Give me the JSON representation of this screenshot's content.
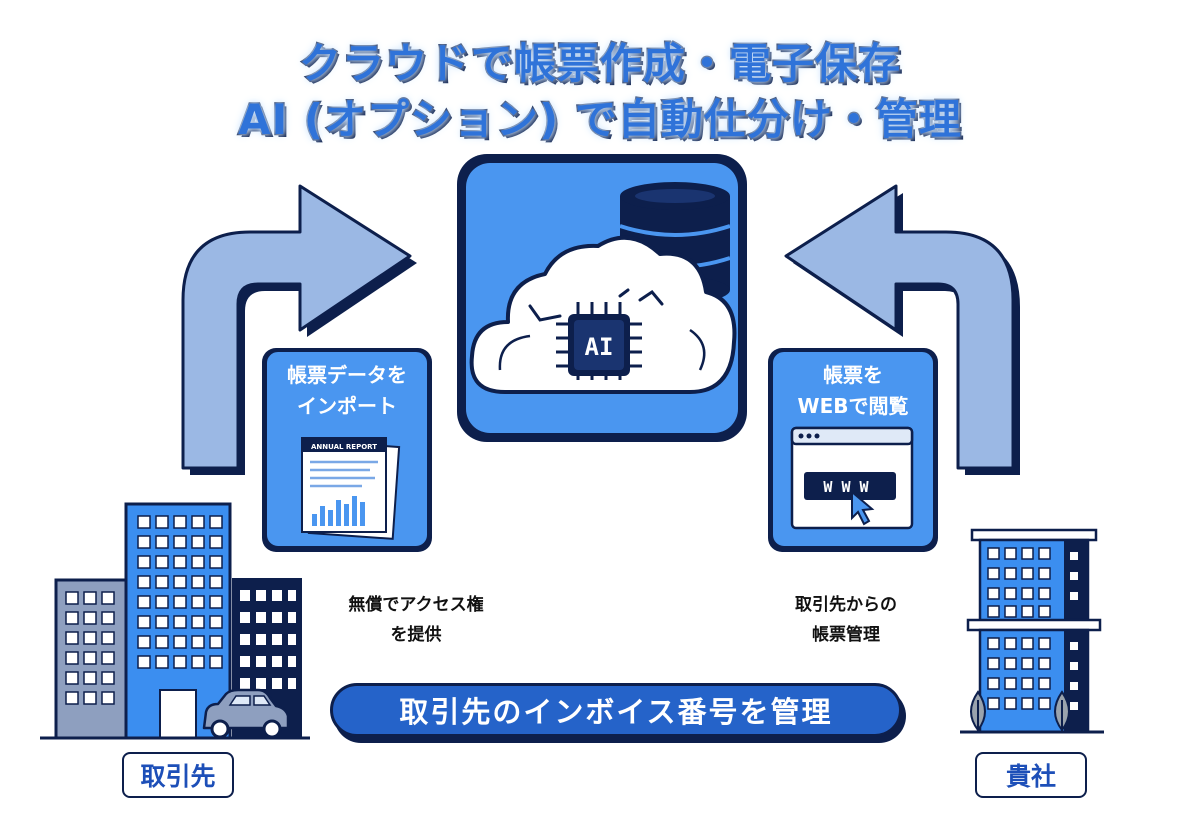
{
  "title": {
    "line1": "クラウドで帳票作成・電子保存",
    "line2": "AI (オプション) で自動仕分け・管理"
  },
  "left_panel": {
    "line1": "帳票データを",
    "line2": "インポート",
    "doc_label": "ANNUAL REPORT"
  },
  "right_panel": {
    "line1": "帳票を",
    "line2": "WEBで閲覧",
    "url_text": "W W W"
  },
  "center": {
    "chip_label": "AI"
  },
  "left_caption": {
    "line1": "無償でアクセス権",
    "line2": "を提供"
  },
  "right_caption": {
    "line1": "取引先からの",
    "line2": "帳票管理"
  },
  "banner": "取引先のインボイス番号を管理",
  "left_tag": "取引先",
  "right_tag": "貴社",
  "colors": {
    "primary": "#2f73d9",
    "dark": "#0d1f4c",
    "light": "#9bb8e4",
    "accent": "#4a96f0"
  }
}
